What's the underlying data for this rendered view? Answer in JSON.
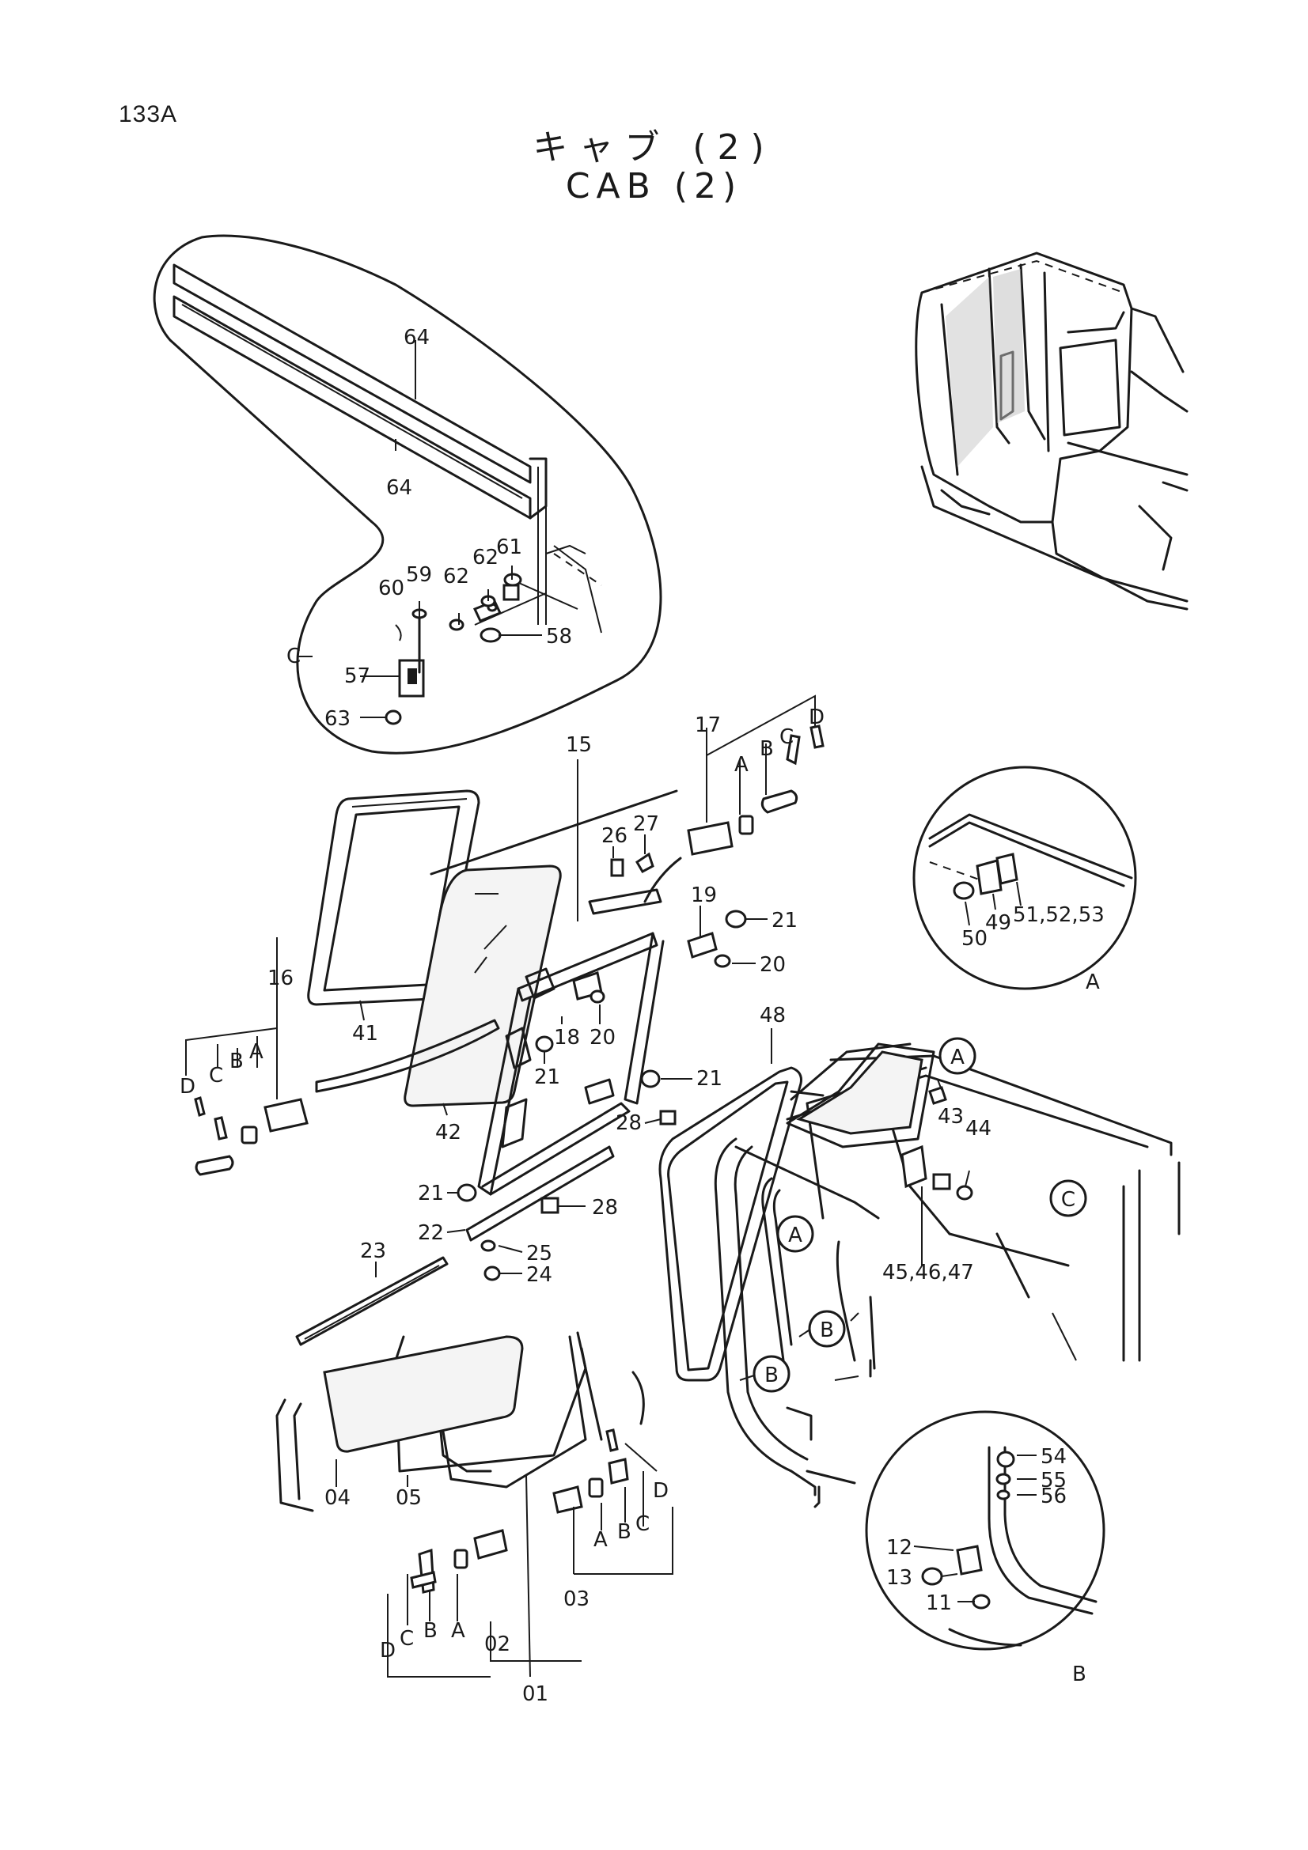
{
  "page": {
    "page_number": "133A",
    "title_jp": "キャブ (2)",
    "title_en": "CAB (2)"
  },
  "callouts": {
    "c64a": "64",
    "c64b": "64",
    "c59": "59",
    "c60": "60",
    "c62a": "62",
    "c62b": "62",
    "c61": "61",
    "c58": "58",
    "c57": "57",
    "c63": "63",
    "cC_top": "C",
    "c15": "15",
    "c17": "17",
    "cA_17": "A",
    "cB_17": "B",
    "cC_17": "C",
    "cD_17": "D",
    "c26": "26",
    "c27": "27",
    "c19": "19",
    "c21a": "21",
    "c20a": "20",
    "c16": "16",
    "cD_16": "D",
    "cC_16": "C",
    "cB_16": "B",
    "cA_16": "A",
    "c41": "41",
    "c42": "42",
    "c18": "18",
    "c20b": "20",
    "c21b": "21",
    "c21c": "21",
    "c28a": "28",
    "c21d": "21",
    "c28b": "28",
    "c22": "22",
    "c25": "25",
    "c24": "24",
    "c23": "23",
    "c48": "48",
    "c43": "43",
    "c44": "44",
    "c45": "45,46,47",
    "c04": "04",
    "c05": "05",
    "c01": "01",
    "c02": "02",
    "c03": "03",
    "cD_02": "D",
    "cC_02": "C",
    "cB_02": "B",
    "cA_02": "A",
    "cA_03": "A",
    "cB_03": "B",
    "cC_03": "C",
    "cD_03": "D",
    "c50": "50",
    "c49": "49",
    "c515253": "51,52,53",
    "cA_detail": "A",
    "c54": "54",
    "c55": "55",
    "c56": "56",
    "c12": "12",
    "c13": "13",
    "c11": "11",
    "cB_detail": "B"
  },
  "circle_refs": {
    "a1": "A",
    "a2": "A",
    "b1": "B",
    "b2": "B",
    "c1": "C"
  }
}
